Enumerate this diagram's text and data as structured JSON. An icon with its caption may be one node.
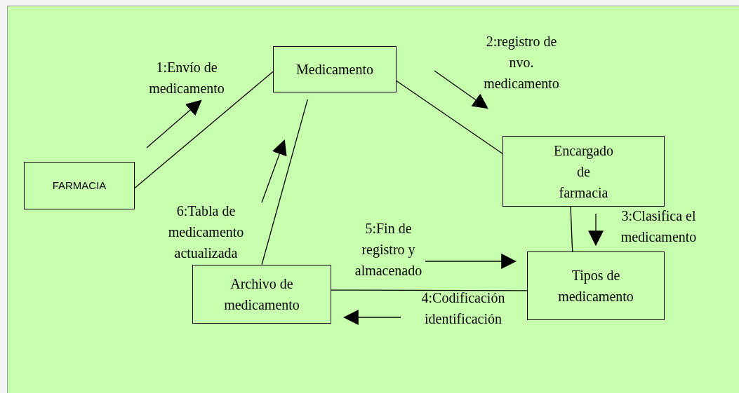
{
  "diagram": {
    "nodes": [
      {
        "text": [
          "FARMACIA"
        ]
      },
      {
        "text": [
          "Medicamento"
        ]
      },
      {
        "text": [
          "Encargado de farmacia"
        ]
      },
      {
        "text": [
          "Archivo de medicamento"
        ]
      },
      {
        "text": [
          "Tipos de medicamento"
        ]
      }
    ],
    "edges": [
      {
        "from": 0,
        "to": 1,
        "arrow": "none"
      },
      {
        "from": 1,
        "to": 2,
        "arrow": "none"
      },
      {
        "from": 2,
        "to": 4,
        "arrow": "none"
      },
      {
        "from": 4,
        "to": 3,
        "arrow": "none"
      },
      {
        "from": 3,
        "to": 1,
        "arrow": "none"
      }
    ],
    "labels": [
      "2:registro de nvo. medicamento",
      "1:Envío de medicamento",
      "6:Tabla de medicamento actualizada",
      "3:Clasifica el medicamento",
      "5:Fin de registro y almacenado",
      "4:Codificación identificación"
    ]
  }
}
